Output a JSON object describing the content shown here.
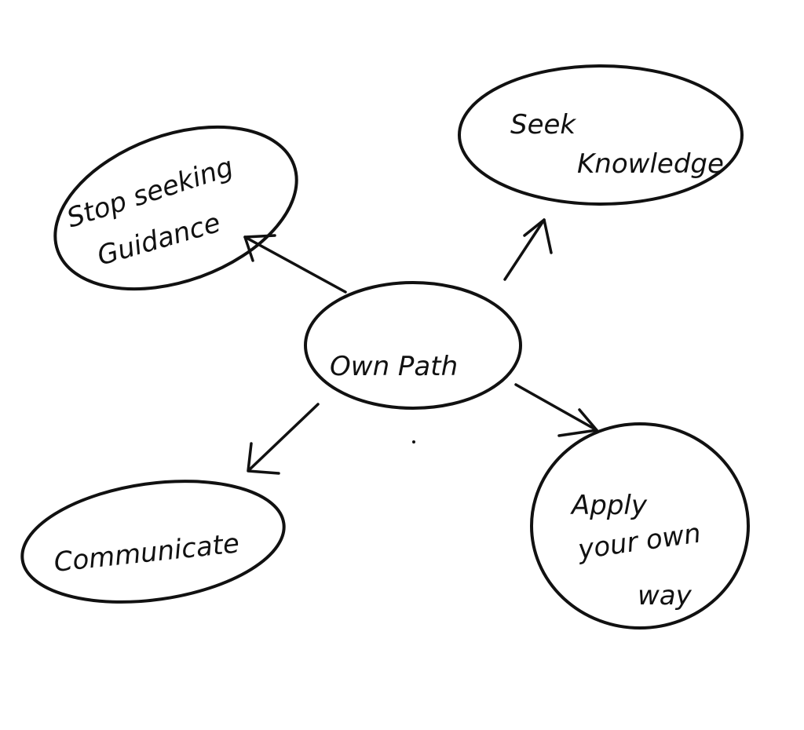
{
  "diagram": {
    "center": {
      "label": "Own Path"
    },
    "branches": [
      {
        "id": "stop-seeking-guidance",
        "lines": [
          "Stop seeking",
          "Guidance"
        ]
      },
      {
        "id": "seek-knowledge",
        "lines": [
          "Seek",
          "Knowledge"
        ]
      },
      {
        "id": "communicate",
        "lines": [
          "Communicate"
        ]
      },
      {
        "id": "apply-your-own-way",
        "lines": [
          "Apply",
          "your own",
          "way"
        ]
      }
    ],
    "edges": [
      {
        "from": "Own Path",
        "to": "Stop seeking Guidance"
      },
      {
        "from": "Own Path",
        "to": "Seek Knowledge"
      },
      {
        "from": "Own Path",
        "to": "Communicate"
      },
      {
        "from": "Own Path",
        "to": "Apply your own way"
      }
    ],
    "stroke_color": "#111111",
    "background": "#ffffff"
  }
}
